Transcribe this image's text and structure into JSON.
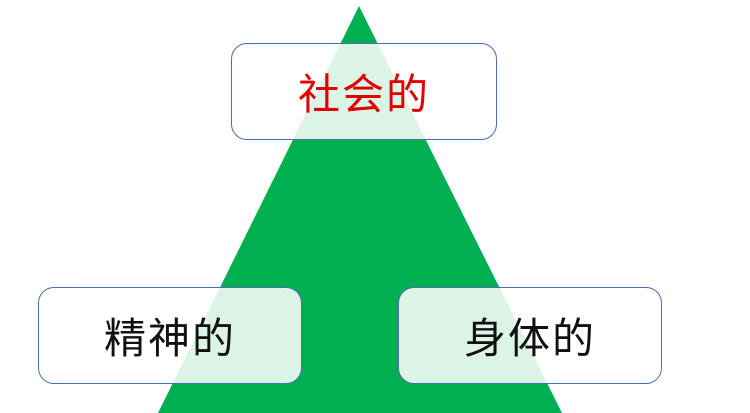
{
  "colors": {
    "triangle_fill": "#00b050",
    "accent_text": "#e00000",
    "box_border": "#4a6fb0",
    "body_text": "#111111"
  },
  "pyramid": {
    "top_label": "社会的",
    "bottom_left_label": "精神的",
    "bottom_right_label": "身体的"
  }
}
